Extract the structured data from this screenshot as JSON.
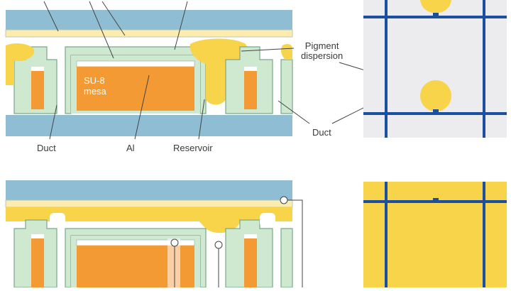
{
  "labels": {
    "pigment_line1": "Pigment",
    "pigment_line2": "dispersion",
    "duct_right": "Duct",
    "duct_left": "Duct",
    "al": "Al",
    "reservoir": "Reservoir",
    "su8_line1": "SU-8",
    "su8_line2": "mesa"
  },
  "colors": {
    "substrate_blue": "#8fbdd3",
    "electrode_yellow": "#fcecb0",
    "structure_green": "#cfe8d0",
    "mesa_orange": "#f49a35",
    "pigment_yellow": "#f7d44a",
    "pixel_grid_blue": "#1d4fa0",
    "pixel_off_bg": "#ecebee",
    "pixel_on_bg": "#f7d44a",
    "leader_line": "#444444"
  }
}
